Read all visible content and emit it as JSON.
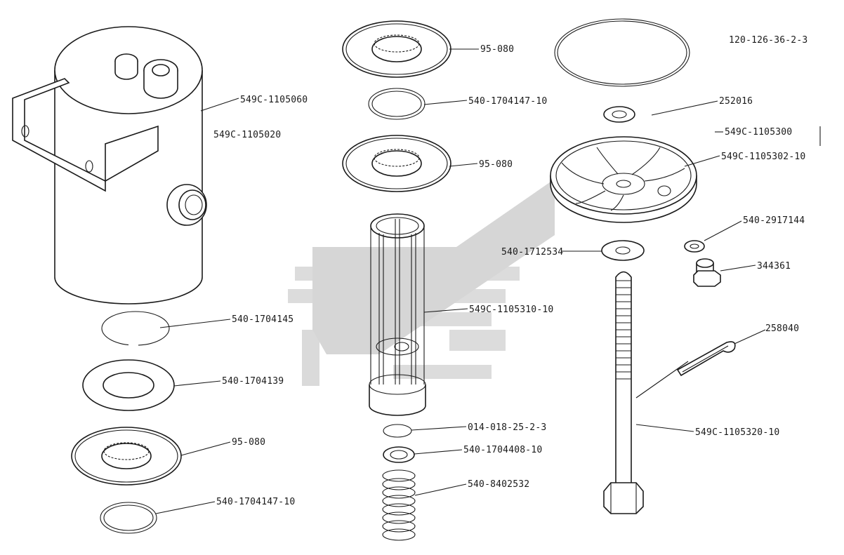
{
  "labels": {
    "housing": "549C-1105060",
    "housing_assembly": "549C-1105020",
    "ring_left": "540-1704145",
    "washer_left": "540-1704139",
    "bearing_left": "95-080",
    "snap_ring_left": "540-1704147-10",
    "bearing_top": "95-080",
    "snap_ring_mid": "540-1704147-10",
    "bearing_mid": "95-080",
    "filter_element": "549C-1105310-10",
    "o_ring_small": "014-018-25-2-3",
    "washer_spring": "540-1704408-10",
    "spring": "540-8402532",
    "o_ring_large": "120-126-36-2-3",
    "washer_top_right": "252016",
    "cover_assembly": "549C-1105300",
    "cover": "549C-1105302-10",
    "washer_bolt": "540-1712534",
    "washer_plug": "540-2917144",
    "plug": "344361",
    "cotter_pin": "258040",
    "bolt": "549C-1105320-10"
  },
  "colors": {
    "ink": "#1a1a1a",
    "watermark": "#d6d6d6",
    "background": "#ffffff"
  }
}
